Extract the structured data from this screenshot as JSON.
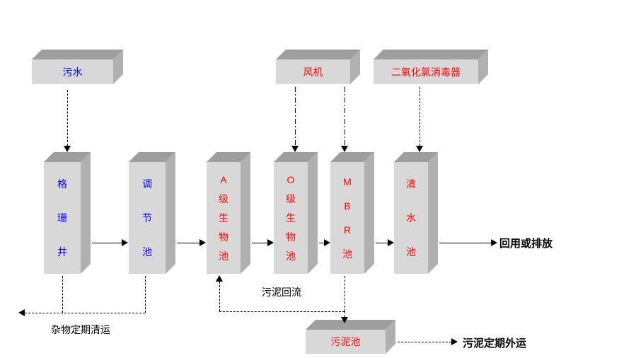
{
  "colors": {
    "blue_label": "#0000FF",
    "red_label": "#FF0000",
    "box_front": "#D8D8D8",
    "box_top": "#9E9E9E",
    "box_side": "#B0B0B0",
    "line": "#000000"
  },
  "nodes": {
    "wastewater": "污水",
    "fan": "风机",
    "disinfector": "二氧化氯消毒器",
    "grid_well": "格\n珊\n井",
    "regulating_tank": "调\n节\n池",
    "a_bio_tank": "A\n级\n生\n物\n池",
    "o_bio_tank": "O\n级\n生\n物\n池",
    "mbr_tank": "M\nB\nR\n池",
    "clear_water_tank": "清\n水\n池",
    "sludge_tank": "污泥池"
  },
  "labels": {
    "reuse_or_discharge": "回用或排放",
    "debris_removal": "杂物定期清运",
    "sludge_return": "污泥回流",
    "sludge_out": "污泥定期外运"
  }
}
